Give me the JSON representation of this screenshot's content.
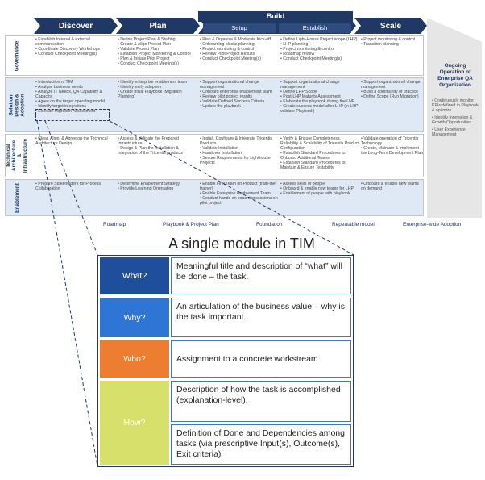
{
  "phases": {
    "discover": "Discover",
    "plan": "Plan",
    "build": "Build",
    "setup": "Setup",
    "establish": "Establish",
    "scale": "Scale"
  },
  "rows": {
    "governance": "Governance",
    "solution": "Solution Design & Adoption",
    "technical": "Technical Architecture & Infrastructure",
    "enablement": "Enablement"
  },
  "cells": {
    "gov": [
      [
        "Establish Internal & external communication",
        "Coordinate Discovery Workshops",
        "Conduct Checkpoint Meeting(s)"
      ],
      [
        "Define Project Plan & Staffing",
        "Create & Align Project Plan",
        "Validate Project Plan",
        "Establish Project Monitoring & Control",
        "Plan & Initiate Pilot Project",
        "Conduct Checkpoint Meeting(s)"
      ],
      [
        "Plan & Organize & Moderate Kick-off",
        "Onboarding blocks planning",
        "Project monitoring & control",
        "Review Pilot Project Results",
        "Conduct Checkpoint Meeting(s)"
      ],
      [
        "Define Light-House Project scope (LHP)",
        "LHP planning",
        "Project monitoring & control",
        "Roadmap review",
        "Conduct Checkpoint Meeting(s)"
      ],
      [
        "Project monitoring & control",
        "Transition planning"
      ]
    ],
    "sol": [
      [
        "Introduction of TIM",
        "Analyse business needs",
        "Analyze IT Needs, QA Capability & Capacity",
        "Agree on the target operating model",
        "Identify target integrations",
        "Execute Migration Assessment"
      ],
      [
        "Identify enterprise enablement team",
        "Identify early adopters",
        "Create Initial Playbook (Migration Planning)"
      ],
      [
        "Support organizational change management",
        "Onboard enterprise enablement team",
        "Review pilot project results",
        "Validate Defined Success Criteria",
        "Update the playbook"
      ],
      [
        "Support organizational change management",
        "Define LHP Scope",
        "Post-LHP Maturity Assessment",
        "Elaborate the playbook during the LHP",
        "Create success model after LHP (in LHP validate Playbook)"
      ],
      [
        "Support organizational change management",
        "Build a community of practice",
        "Define Scope (Run Migration)"
      ]
    ],
    "tech": [
      [
        "Clear, Align, & Agree on the Technical Architecture Design"
      ],
      [
        "Assess & Validate the Prepared Infrastructure",
        "Design & Plan the Installation & Integration of the Tricentis products"
      ],
      [
        "Install, Configure & Integrate Tricentis Products",
        "Validate Installation",
        "Handover Installation",
        "Secure Requirements for Lighthouse Projects"
      ],
      [
        "Verify & Ensure Completeness, Reliability & Scalability of Tricentis Product Configuration",
        "Establish Standard Procedures to Onboard Additional Teams",
        "Establish Standard Procedures to Maintain & Ensure Testability"
      ],
      [
        "Validate operation of Tricentis Technology",
        "Create, Maintain & Implement the Long-Term Development Plan"
      ]
    ],
    "enab": [
      [
        "Prepare Stakeholders for Process Collaboration"
      ],
      [
        "Determine Enablement Strategy",
        "Provide Learning Orientation"
      ],
      [
        "Enable First Team on Product (train-the-trainer)",
        "Enable Enterprise Enablement Team",
        "Conduct hands-on coaching sessions on pilot project"
      ],
      [
        "Assess skills of people",
        "Onboard & enable new teams for LHP",
        "Enablement of people with playbook"
      ],
      [
        "Onboard & enable new teams on demand"
      ]
    ]
  },
  "ongoing": {
    "title": "Ongoing Operation of Enterprise QA Organization",
    "items": [
      "Continuously monitor KPIs defined in Playbook & optimize",
      "Identify Innovation & Growth Opportunities",
      "User Experience Management"
    ]
  },
  "milestones": [
    "Roadmap",
    "Playbook & Project Plan",
    "Foundation",
    "Repeatable model",
    "Enterprise-wide Adoption"
  ],
  "module": {
    "title": "A single module in TIM",
    "what_label": "What?",
    "what_text": "Meaningful title and description of “what” will be done – the task.",
    "why_label": "Why?",
    "why_text": "An articulation of the business value – why is the task important.",
    "who_label": "Who?",
    "who_text": "Assignment to a concrete workstream",
    "how_label": "How?",
    "how_text_1": "Description of how the task is accomplished (explanation-level).",
    "how_text_2": "Definition of Done and Dependencies among tasks (via prescriptive  Input(s), Outcome(s), Exit criteria)"
  },
  "colors": {
    "navy": "#1f3864",
    "what": "#1f4e9c",
    "why": "#2e75d6",
    "who": "#ed7d31",
    "how": "#d6e06b"
  }
}
